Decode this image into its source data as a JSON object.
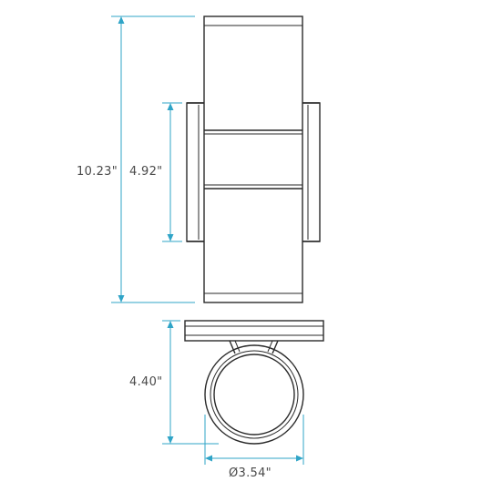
{
  "dimensions": {
    "overall_height": "10.23\"",
    "backplate_height": "4.92\"",
    "projection": "4.40\"",
    "diameter": "Ø3.54\""
  },
  "colors": {
    "outline": "#2a2a2a",
    "dimension_line": "#2fa4c7",
    "label_text": "#4a4a4a",
    "background": "#ffffff"
  }
}
